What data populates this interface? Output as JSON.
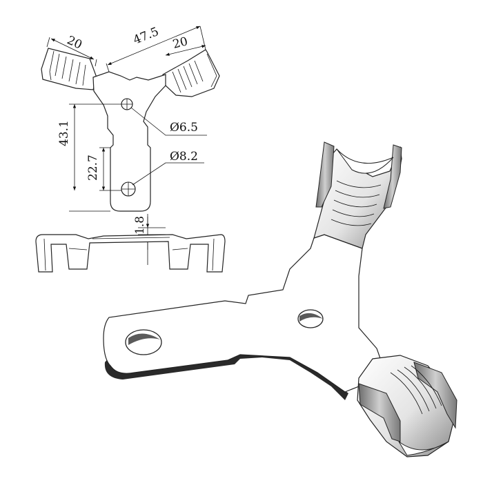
{
  "dimensions": {
    "clip_width_left": "20",
    "clip_width_right": "20",
    "span": "47.5",
    "small_hole": "Ø6.5",
    "large_hole": "Ø8.2",
    "total_length": "43.1",
    "tab_length": "22.7",
    "thickness": "1.8"
  }
}
